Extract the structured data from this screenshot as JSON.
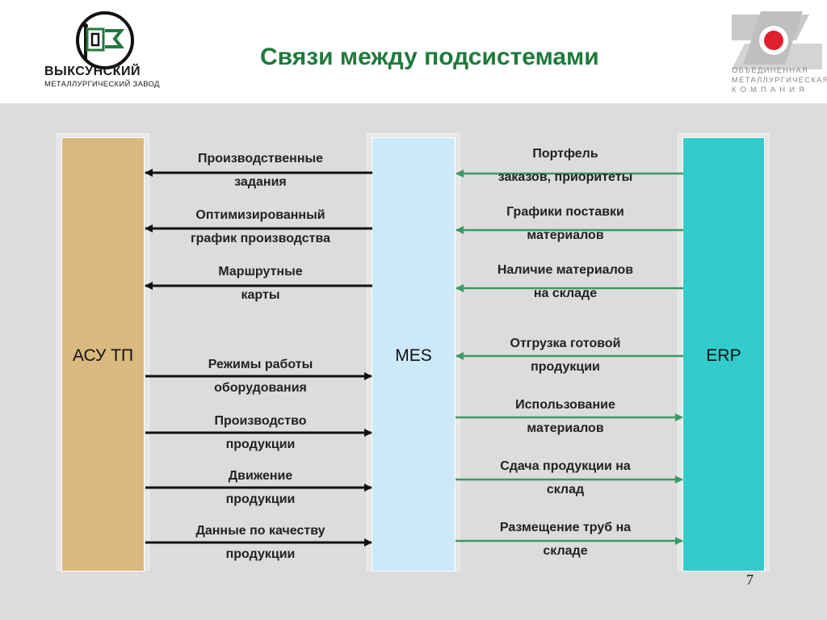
{
  "header": {
    "title": "Связи между подсистемами",
    "left_logo": {
      "name": "ВЫКСУНСКИЙ",
      "subtitle": "МЕТАЛЛУРГИЧЕСКИЙ ЗАВОД",
      "icon": "vmz-logo-icon"
    },
    "right_logo": {
      "lines": [
        "ОБЪЕДИНЕННАЯ",
        "МЕТАЛЛУРГИЧЕСКАЯ",
        "К О М П А Н И Я"
      ],
      "icon": "omk-logo-icon"
    }
  },
  "columns": {
    "asu": "АСУ ТП",
    "mes": "MES",
    "erp": "ERP"
  },
  "flows_asu_mes": [
    {
      "line1": "Производственные",
      "line2": "задания",
      "direction": "to-asu"
    },
    {
      "line1": "Оптимизированный",
      "line2": "график производства",
      "direction": "to-asu"
    },
    {
      "line1": "Маршрутные",
      "line2": "карты",
      "direction": "to-asu"
    },
    {
      "line1": "Режимы работы",
      "line2": "оборудования",
      "direction": "to-mes"
    },
    {
      "line1": "Производство",
      "line2": "продукции",
      "direction": "to-mes"
    },
    {
      "line1": "Движение",
      "line2": "продукции",
      "direction": "to-mes"
    },
    {
      "line1": "Данные по качеству",
      "line2": "продукции",
      "direction": "to-mes"
    }
  ],
  "flows_mes_erp": [
    {
      "line1": "Портфель",
      "line2": "заказов, приоритеты",
      "direction": "to-mes"
    },
    {
      "line1": "Графики поставки",
      "line2": "материалов",
      "direction": "to-mes"
    },
    {
      "line1": "Наличие материалов",
      "line2": "на складе",
      "direction": "to-mes"
    },
    {
      "line1": "Отгрузка готовой",
      "line2": "продукции",
      "direction": "to-mes"
    },
    {
      "line1": "Использование",
      "line2": "материалов",
      "direction": "to-erp"
    },
    {
      "line1": "Сдача продукции на",
      "line2": "склад",
      "direction": "to-erp"
    },
    {
      "line1": "Размещение труб на",
      "line2": "складе",
      "direction": "to-erp"
    }
  ],
  "colors": {
    "title": "#1f7a3b",
    "asu": "#d9b97f",
    "mes": "#cce9fb",
    "erp": "#33cccc",
    "black_arrow": "#111111",
    "green_arrow": "#3a9a63",
    "panel": "#dcdcdc"
  },
  "page_number": "7"
}
